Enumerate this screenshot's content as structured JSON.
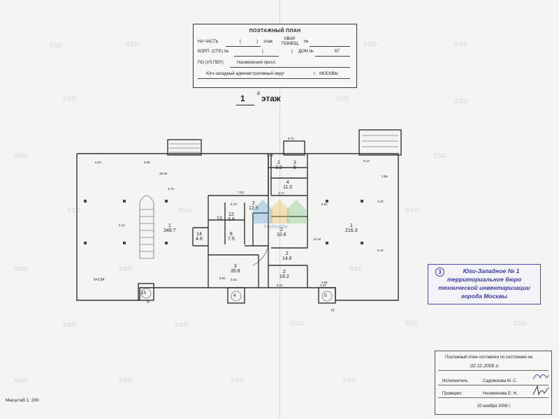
{
  "header": {
    "title": "ПОЭТАЖНЫЙ ПЛАН",
    "part_label": "НА ЧАСТЬ",
    "part_paren": "(",
    "part_paren_close": ")",
    "floor_word": "этаж",
    "kvar_label": "КВАР.",
    "pomesh_label": "ПОМЕЩ.",
    "no_sign": "№",
    "korp_label": "КОРП. (СТР.) №",
    "korp_paren": "(",
    "korp_paren_close": ")",
    "dom_label": "ДОМ №",
    "dom_value": "57",
    "street_label": "ПО (УЛ.ПЕР.)",
    "street_value": "Нахимовский просп.",
    "district_value": "Юго-западный административный округ",
    "city_prefix": "г.",
    "city_value": "МОСКВЫ"
  },
  "floor_heading": {
    "number": "1",
    "suffix": "й",
    "label": "этаж"
  },
  "stamp": {
    "number": "3",
    "line1": "Юго-Западное № 1",
    "line2": "территориальное бюро",
    "line3": "технической инвентаризации",
    "line4": "города Москвы"
  },
  "footer": {
    "statement": "Поэтажный план составлен по состоянию на",
    "date_hand": "02.11.2006 г.",
    "executor_label": "Исполнитель",
    "executor_name": "Садовскова М. С.",
    "checker_label": "Проверил",
    "checker_name": "Несмеянова Е. Н.",
    "check_date": "20 ноября 2008 г."
  },
  "scale_text": "Масштаб 1: 200",
  "watermark_text": "SSD",
  "logo_text": "ForRetailer",
  "plan": {
    "rooms": [
      {
        "num": "1",
        "area": "349.7"
      },
      {
        "num": "1",
        "area": "216.3"
      },
      {
        "num": "2",
        "area": "3.2"
      },
      {
        "num": "3",
        "area": "5"
      },
      {
        "num": "4",
        "area": "11.0"
      },
      {
        "num": "3",
        "area": "35.8"
      },
      {
        "num": "2",
        "area": "10.6"
      },
      {
        "num": "2",
        "area": "14.6"
      },
      {
        "num": "2",
        "area": "19.2"
      },
      {
        "num": "14",
        "area": "4.6"
      },
      {
        "num": "8",
        "area": "7.5"
      },
      {
        "num": "13",
        "area": ""
      },
      {
        "num": "12",
        "area": "3.9"
      },
      {
        "num": "2",
        "area": "12.9"
      },
      {
        "num": "15",
        "area": ""
      },
      {
        "num": "4",
        "area": ""
      },
      {
        "num": "5",
        "area": ""
      }
    ],
    "dims": [
      "6.04",
      "8.08",
      "28.50",
      "4.73",
      "5.73",
      "5.11",
      "7.03",
      "4.17",
      "9.74",
      "3.02",
      "5.44",
      "2.86",
      "3.42",
      "3.22",
      "12.02",
      "9.14",
      "6.91",
      "8.02",
      "2.85",
      "5.21",
      "5.93",
      "h=2.84"
    ],
    "markers": [
      "III",
      "IV"
    ]
  },
  "colors": {
    "stamp": "#3b3ba8",
    "ink": "#222222",
    "logo_a": "#5aa0d8",
    "logo_b": "#f0c060",
    "logo_c": "#7ac07a"
  }
}
